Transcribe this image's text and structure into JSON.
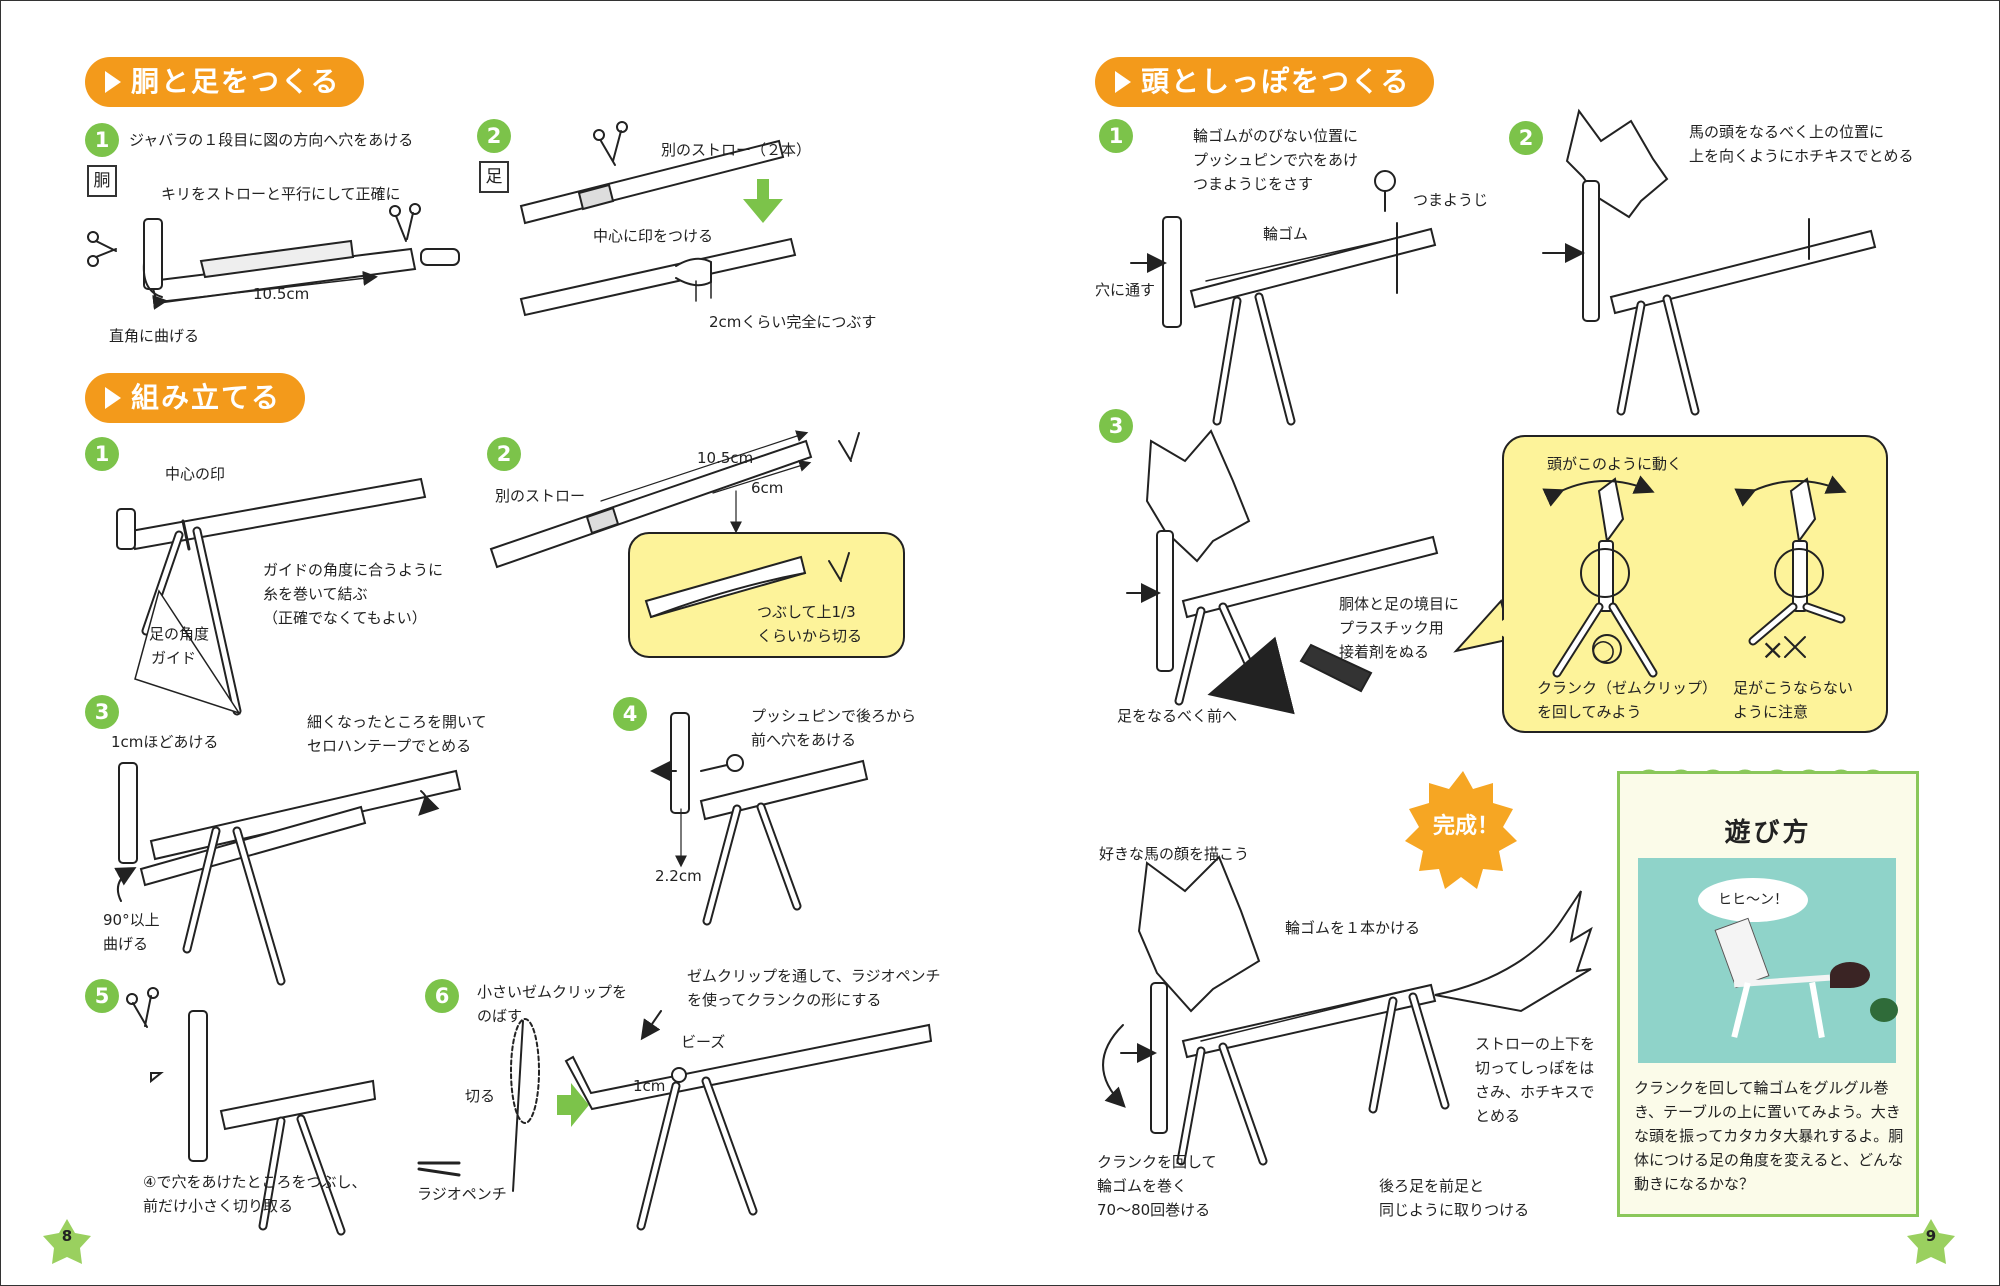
{
  "left_page": {
    "section1": {
      "title": "胴と足をつくる",
      "step1": {
        "num": "1",
        "tag": "胴",
        "text1": "ジャバラの１段目に図の方向へ穴をあける",
        "text2": "キリをストローと平行にして正確に",
        "measure": "10.5cm",
        "caption": "直角に曲げる"
      },
      "step2": {
        "num": "2",
        "tag": "足",
        "label": "別のストロー（２本）",
        "mark": "中心に印をつける",
        "caption": "2cmくらい完全につぶす"
      }
    },
    "section2": {
      "title": "組み立てる",
      "step1": {
        "num": "1",
        "center": "中心の印",
        "guide_text": [
          "ガイドの角度に合うように",
          "糸を巻いて結ぶ",
          "（正確でなくてもよい）"
        ],
        "angle": "足の角度",
        "guide": "ガイド"
      },
      "step2": {
        "num": "2",
        "straw": "別のストロー",
        "len1": "10.5cm",
        "len2": "6cm",
        "callout": [
          "つぶして上1/3",
          "くらいから切る"
        ]
      },
      "step3": {
        "num": "3",
        "gap": "1cmほどあける",
        "tape": [
          "細くなったところを開いて",
          "セロハンテープでとめる"
        ],
        "bend": [
          "90°以上",
          "曲げる"
        ]
      },
      "step4": {
        "num": "4",
        "pin": [
          "プッシュピンで後ろから",
          "前へ穴をあける"
        ],
        "measure": "2.2cm"
      },
      "step5": {
        "num": "5",
        "text": [
          "④で穴をあけたところをつぶし、",
          "前だけ小さく切り取る"
        ]
      },
      "step6": {
        "num": "6",
        "clip": [
          "小さいゼムクリップを",
          "のばす"
        ],
        "cut": "切る",
        "pliers": "ラジオペンチ",
        "crank": [
          "ゼムクリップを通して、ラジオペンチ",
          "を使ってクランクの形にする"
        ],
        "beads": "ビーズ",
        "measure": "1cm"
      }
    },
    "page_number": "8"
  },
  "right_page": {
    "section3": {
      "title": "頭としっぽをつくる",
      "step1": {
        "num": "1",
        "text": [
          "輪ゴムがのびない位置に",
          "プッシュピンで穴をあけ",
          "つまようじをさす"
        ],
        "toothpick": "つまようじ",
        "band": "輪ゴム",
        "through": "穴に通す"
      },
      "step2": {
        "num": "2",
        "text": [
          "馬の頭をなるべく上の位置に",
          "上を向くようにホチキスでとめる"
        ]
      },
      "step3": {
        "num": "3",
        "glue": [
          "胴体と足の境目に",
          "プラスチック用",
          "接着剤をぬる"
        ],
        "forward": "足をなるべく前へ",
        "callout": {
          "title": "頭がこのように動く",
          "ok_text": [
            "クランク（ゼムクリップ）",
            "を回してみよう"
          ],
          "ng_text": [
            "足がこうならない",
            "ように注意"
          ],
          "ok_mark": "○",
          "ng_mark": "×"
        }
      }
    },
    "finish": {
      "badge": "完成！",
      "face": "好きな馬の顔を描こう",
      "band": "輪ゴムを１本かける",
      "tail": [
        "ストローの上下を",
        "切ってしっぽをは",
        "さみ、ホチキスで",
        "とめる"
      ],
      "crank": [
        "クランクを回して",
        "輪ゴムを巻く",
        "70〜80回巻ける"
      ],
      "legs": [
        "後ろ足を前足と",
        "同じように取りつける"
      ]
    },
    "howto": {
      "title": "遊び方",
      "bubble": "ヒヒ〜ン！",
      "text": "クランクを回して輪ゴムをグルグル巻き、テーブルの上に置いてみよう。大きな頭を振ってカタカタ大暴れするよ。胴体につける足の角度を変えると、どんな動きになるかな？"
    },
    "page_number": "9"
  },
  "colors": {
    "header": "#f39a1b",
    "step": "#7cc34a",
    "callout": "#fdf39a",
    "arrow": "#7cc34a",
    "badge": "#f6a623"
  }
}
